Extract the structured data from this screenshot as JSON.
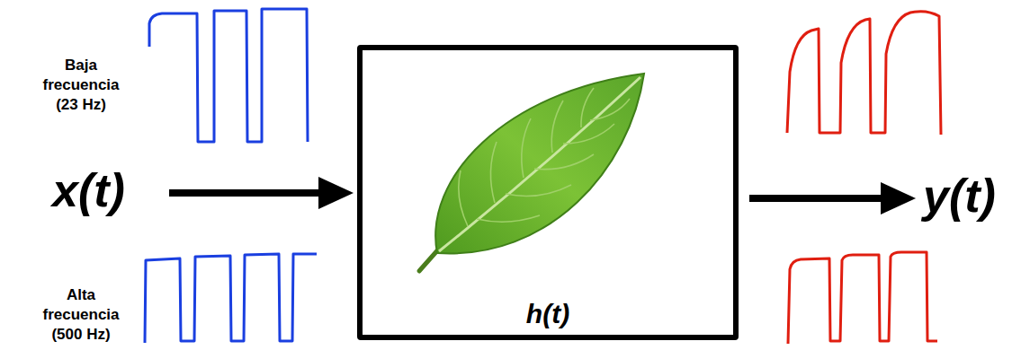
{
  "diagram": {
    "nodes": [
      {
        "text": [
          "h(t)"
        ]
      }
    ],
    "labels": [
      "Baja frecuencia (23 Hz)",
      "Alta frecuencia (500 Hz)",
      "x(t)",
      "y(t)"
    ]
  }
}
